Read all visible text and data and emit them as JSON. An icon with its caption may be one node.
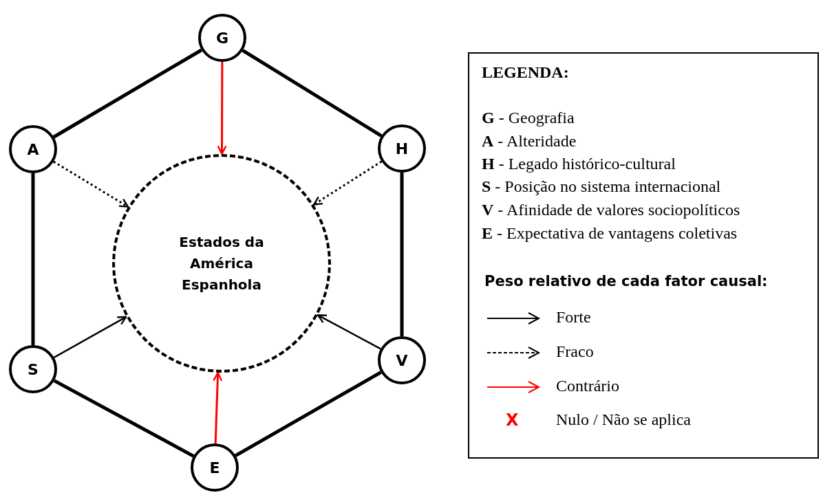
{
  "diagram": {
    "nodes": [
      {
        "text": [
          "G"
        ]
      },
      {
        "text": [
          "A"
        ]
      },
      {
        "text": [
          "H"
        ]
      },
      {
        "text": [
          "Estados da América Espanhola"
        ]
      },
      {
        "text": [
          "S"
        ]
      },
      {
        "text": [
          "V"
        ]
      },
      {
        "text": [
          "E"
        ]
      }
    ],
    "edges": [
      {
        "from": 0,
        "to": 1,
        "arrow": "none"
      },
      {
        "from": 0,
        "to": 2,
        "arrow": "none"
      },
      {
        "from": 1,
        "to": 4,
        "arrow": "none"
      },
      {
        "from": 2,
        "to": 5,
        "arrow": "none"
      },
      {
        "from": 4,
        "to": 6,
        "arrow": "none"
      },
      {
        "from": 5,
        "to": 6,
        "arrow": "none"
      },
      {
        "from": 0,
        "to": 3,
        "arrow": "to",
        "color": "#ff0000"
      },
      {
        "from": 1,
        "to": 3,
        "arrow": "to",
        "style": "dashed"
      },
      {
        "from": 2,
        "to": 3,
        "arrow": "to",
        "style": "dashed"
      },
      {
        "from": 4,
        "to": 3,
        "arrow": "to"
      },
      {
        "from": 5,
        "to": 3,
        "arrow": "to"
      },
      {
        "from": 6,
        "to": 3,
        "arrow": "to",
        "color": "#ff0000"
      }
    ],
    "labels": [
      "LEGENDA:",
      "**G** - Geografia",
      "**A** - Alteridade",
      "**H** - Legado histórico-cultural",
      "**S** - Posição no sistema internacional",
      "**V** - Afinidade de valores sociopolíticos",
      "**E** - Expectativa de vantagens coletivas",
      "Peso relativo de cada fator causal:",
      "X"
    ],
    "legend": [
      {
        "text": "Forte"
      },
      {
        "text": "Fraco"
      },
      {
        "text": "Contrário",
        "color": "#ff0000"
      },
      {
        "text": "Nulo / Não se aplica"
      }
    ]
  }
}
